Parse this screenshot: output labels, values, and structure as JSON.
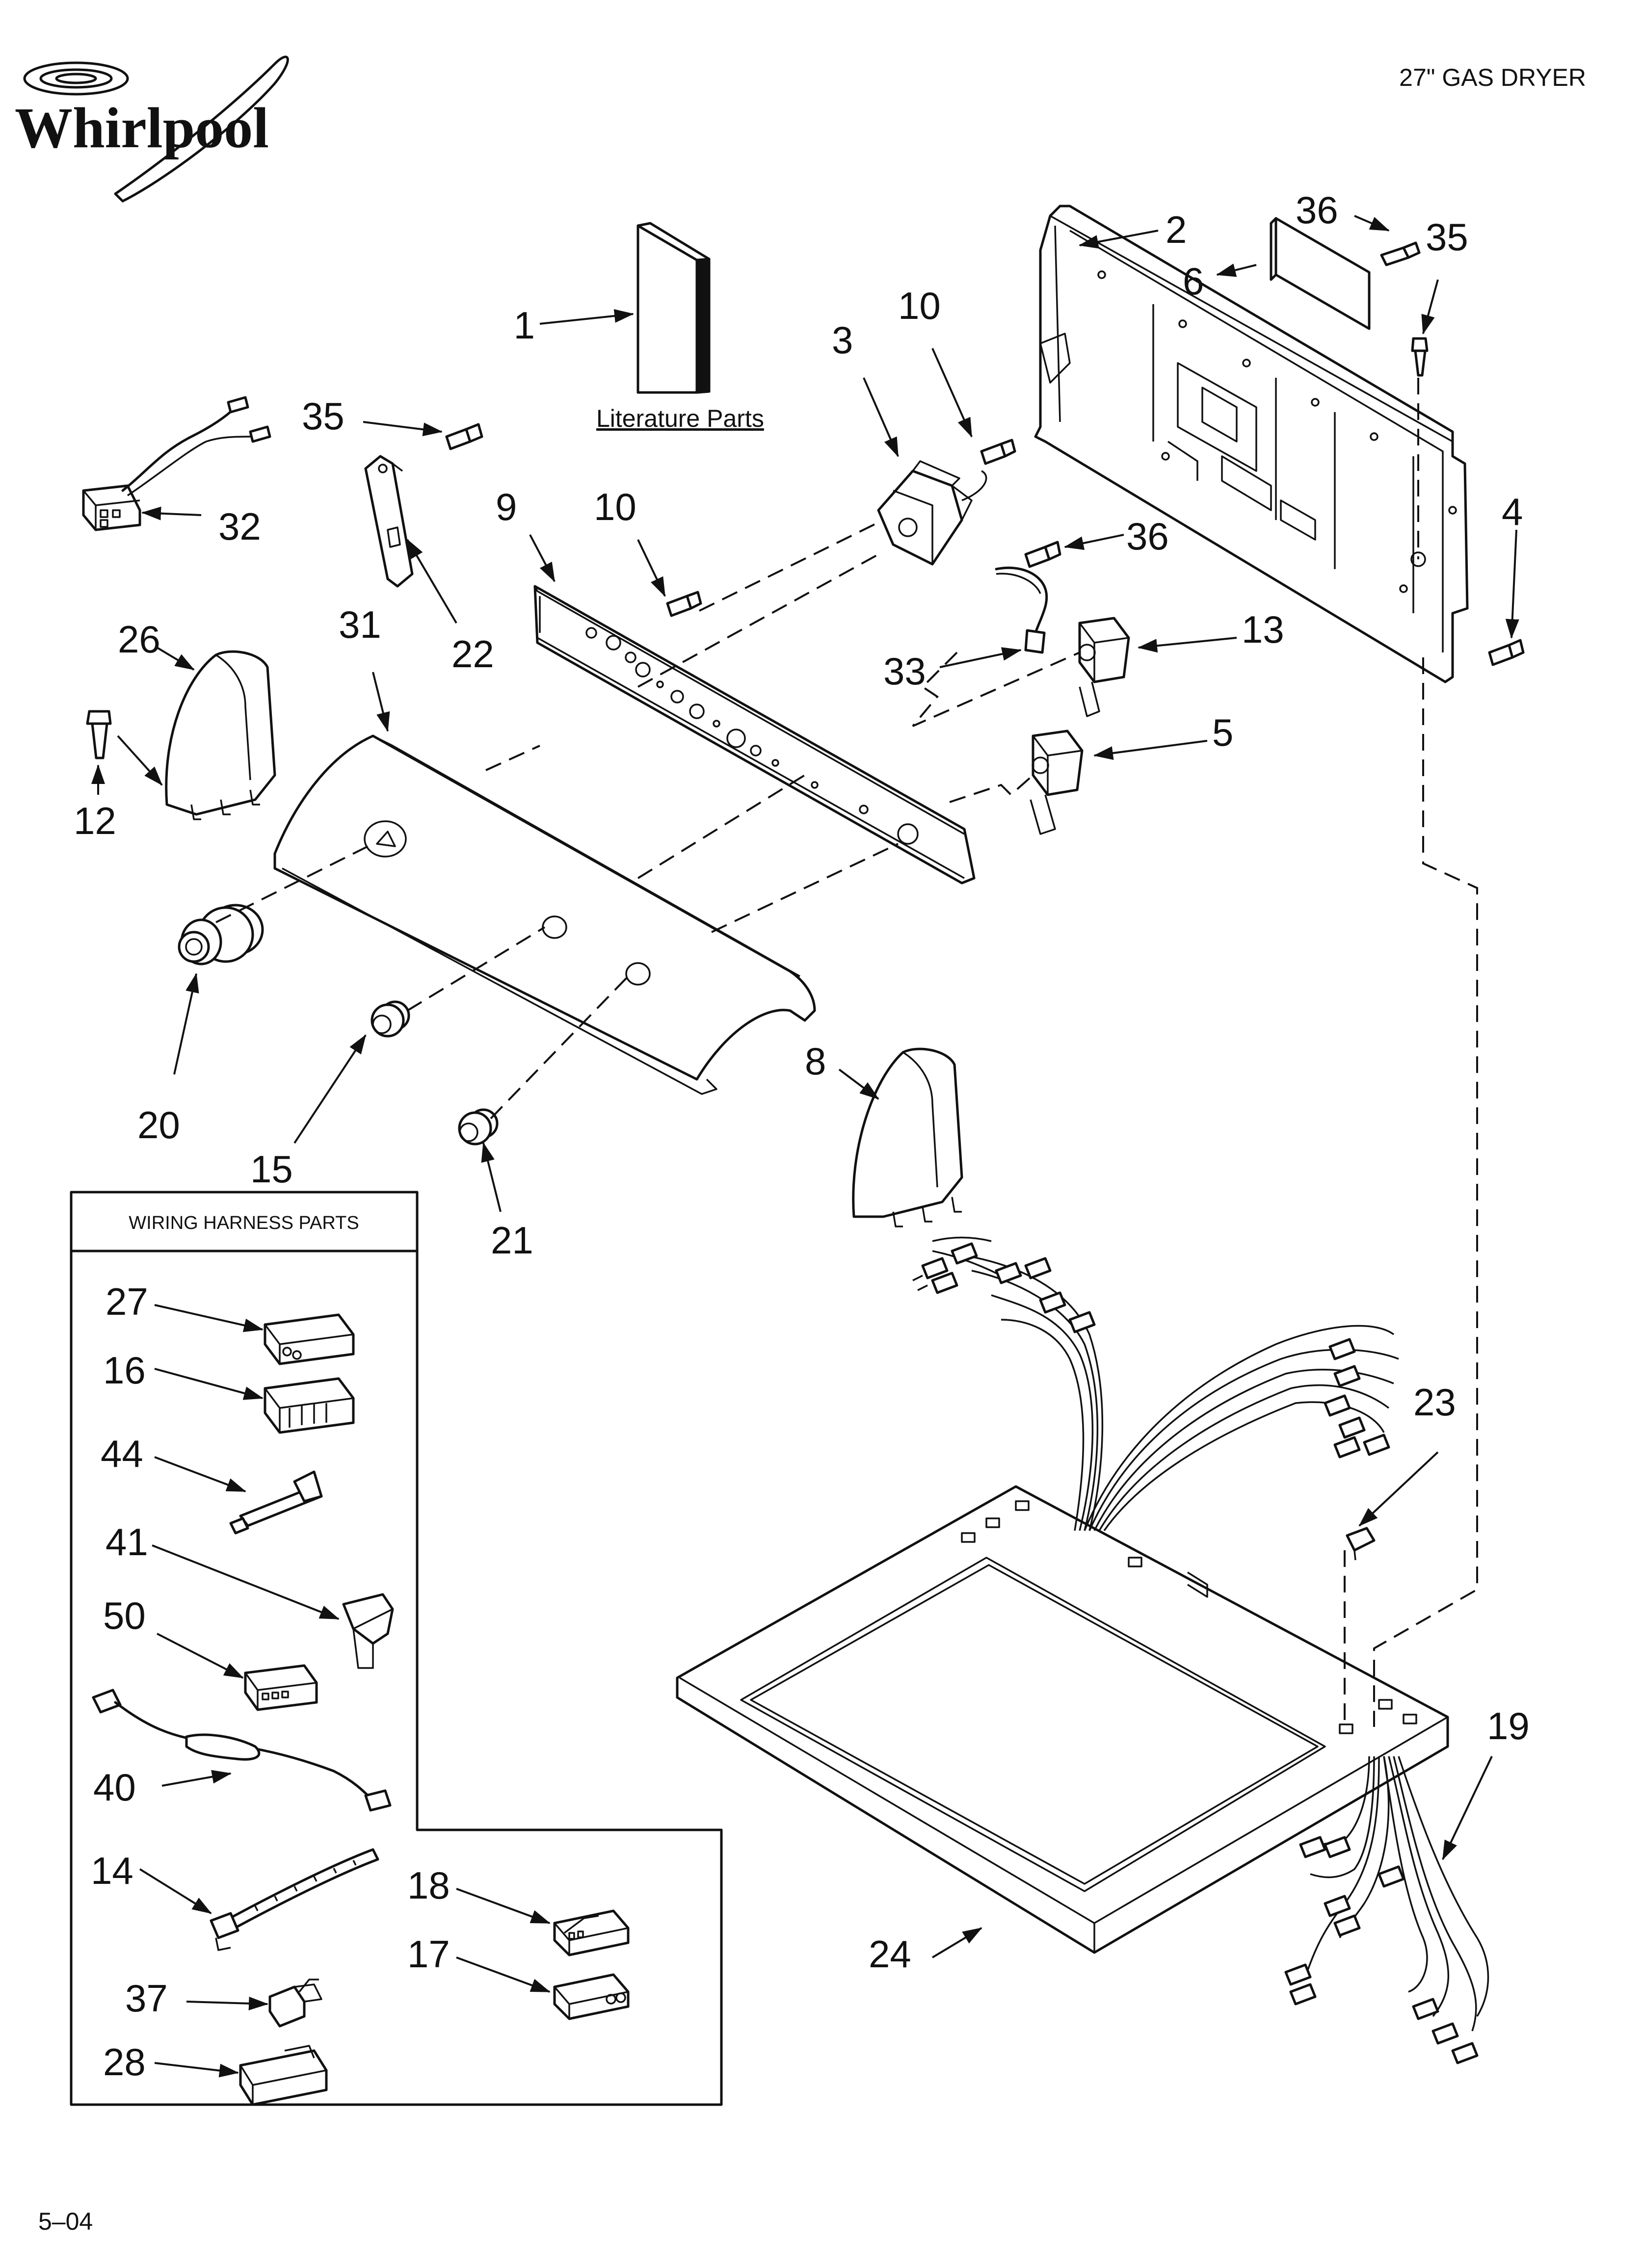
{
  "brand": "Whirlpool",
  "model_title": "27\" GAS DRYER",
  "literature_label": "Literature Parts",
  "wiring_box_title": "WIRING HARNESS PARTS",
  "footer_code": "5–04",
  "callouts": {
    "c1": "1",
    "c2": "2",
    "c3": "3",
    "c4": "4",
    "c5": "5",
    "c6": "6",
    "c8": "8",
    "c9": "9",
    "c10a": "10",
    "c10b": "10",
    "c12": "12",
    "c13": "13",
    "c14": "14",
    "c15": "15",
    "c16": "16",
    "c17": "17",
    "c18": "18",
    "c19": "19",
    "c20": "20",
    "c21": "21",
    "c22": "22",
    "c23": "23",
    "c24": "24",
    "c26": "26",
    "c27": "27",
    "c28": "28",
    "c31": "31",
    "c32": "32",
    "c33": "33",
    "c35a": "35",
    "c35b": "35",
    "c36a": "36",
    "c36b": "36",
    "c37": "37",
    "c40": "40",
    "c41": "41",
    "c44": "44",
    "c50": "50"
  }
}
